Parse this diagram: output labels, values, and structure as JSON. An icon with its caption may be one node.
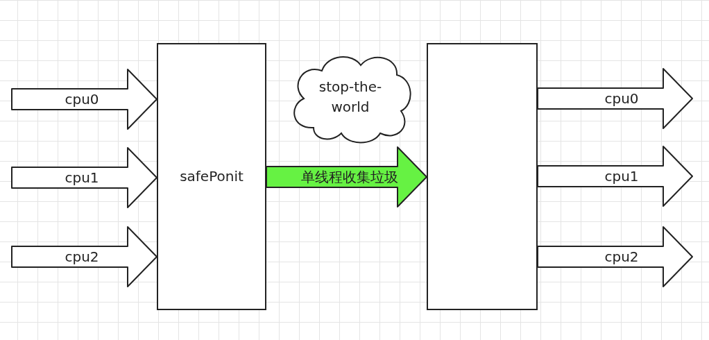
{
  "diagram": {
    "nodes": [
      {
        "text": [
          "safePonit"
        ]
      },
      {
        "text": [
          "stop-the-world"
        ]
      },
      {
        "text": [],
        "shape": "box"
      }
    ],
    "edges": [
      {
        "from": null,
        "to": 0,
        "arrow": "to",
        "label": "cpu0"
      },
      {
        "from": null,
        "to": 0,
        "arrow": "to",
        "label": "cpu1"
      },
      {
        "from": null,
        "to": 0,
        "arrow": "to",
        "label": "cpu2"
      },
      {
        "from": 0,
        "to": 2,
        "arrow": "to",
        "label": "单线程收集垃圾",
        "color": "#66f243"
      },
      {
        "from": 2,
        "to": null,
        "arrow": "to",
        "label": "cpu0"
      },
      {
        "from": 2,
        "to": null,
        "arrow": "to",
        "label": "cpu1"
      },
      {
        "from": 2,
        "to": null,
        "arrow": "to",
        "label": "cpu2"
      }
    ]
  }
}
